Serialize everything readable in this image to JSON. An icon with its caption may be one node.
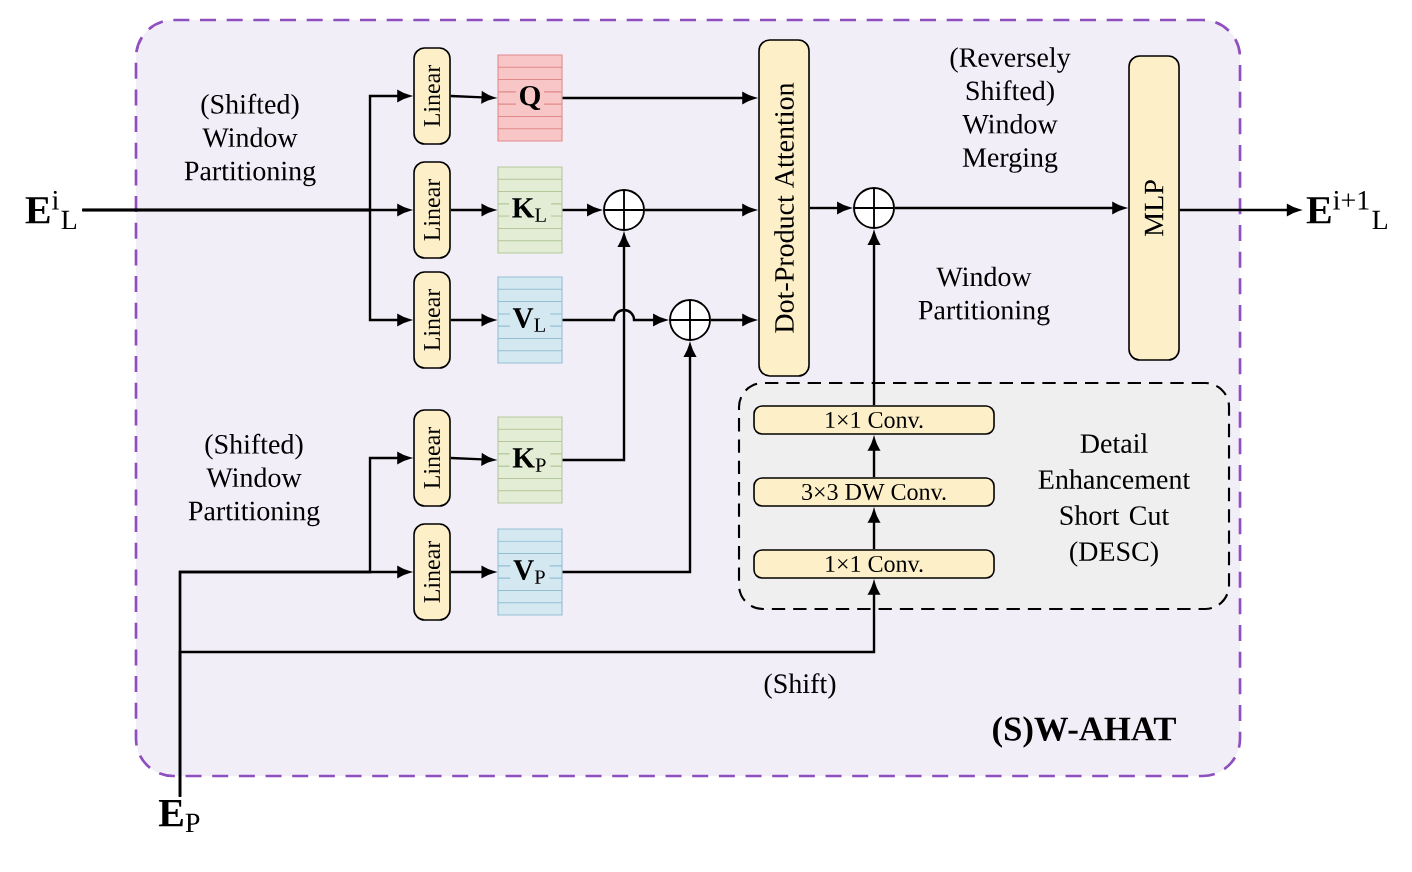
{
  "diagram": {
    "nodes": [
      {
        "text": [
          "(S)W-AHAT"
        ]
      },
      {
        "text": [
          "**E**$^{i}$$_{L}$"
        ]
      },
      {
        "text": [
          "**E**$^{i+1}$$_{L}$"
        ]
      },
      {
        "text": [
          "**E**$_{P}$"
        ]
      },
      {
        "text": [
          "Linear"
        ],
        "in": 0
      },
      {
        "text": [
          "Q"
        ],
        "in": 0
      },
      {
        "text": [
          "Linear"
        ],
        "in": 0
      },
      {
        "text": [
          "**K**$_{L}$"
        ],
        "in": 0
      },
      {
        "text": [
          "Linear"
        ],
        "in": 0
      },
      {
        "text": [
          "**V**$_{L}$"
        ],
        "in": 0
      },
      {
        "text": [
          "Linear"
        ],
        "in": 0
      },
      {
        "text": [
          "**K**$_{P}$"
        ],
        "in": 0
      },
      {
        "text": [
          "Linear"
        ],
        "in": 0
      },
      {
        "text": [
          "**V**$_{P}$"
        ],
        "in": 0
      },
      {
        "text": [],
        "shape": "circle",
        "in": 0
      },
      {
        "text": [],
        "shape": "circle",
        "in": 0
      },
      {
        "text": [
          "Dot-Product Attention"
        ],
        "in": 0
      },
      {
        "text": [],
        "shape": "circle",
        "in": 0
      },
      {
        "text": [
          "MLP"
        ],
        "in": 0
      },
      {
        "text": [
          "Detail Enhancement Short Cut (DESC)"
        ],
        "in": 0
      },
      {
        "text": [
          "1×1 Conv."
        ],
        "in": 19
      },
      {
        "text": [
          "3×3 DW Conv."
        ],
        "in": 19
      },
      {
        "text": [
          "1×1 Conv."
        ],
        "in": 19
      }
    ],
    "edges": [
      {
        "from": 1,
        "to": 4,
        "arrow": "to"
      },
      {
        "from": 1,
        "to": 6,
        "arrow": "to",
        "label": "(Shifted) Window Partitioning"
      },
      {
        "from": 1,
        "to": 8,
        "arrow": "to"
      },
      {
        "from": 4,
        "to": 5,
        "arrow": "to"
      },
      {
        "from": 6,
        "to": 7,
        "arrow": "to"
      },
      {
        "from": 8,
        "to": 9,
        "arrow": "to"
      },
      {
        "from": 5,
        "to": 16,
        "arrow": "to"
      },
      {
        "from": 7,
        "to": 14,
        "arrow": "to"
      },
      {
        "from": 14,
        "to": 16,
        "arrow": "to"
      },
      {
        "from": 9,
        "to": 15,
        "arrow": "to"
      },
      {
        "from": 15,
        "to": 16,
        "arrow": "to"
      },
      {
        "from": 3,
        "to": 10,
        "arrow": "to"
      },
      {
        "from": 3,
        "to": 12,
        "arrow": "to",
        "label": "(Shifted) Window Partitioning"
      },
      {
        "from": 10,
        "to": 11,
        "arrow": "to"
      },
      {
        "from": 12,
        "to": 13,
        "arrow": "to"
      },
      {
        "from": 11,
        "to": 14,
        "arrow": "to"
      },
      {
        "from": 13,
        "to": 15,
        "arrow": "to"
      },
      {
        "from": 16,
        "to": 17,
        "arrow": "to"
      },
      {
        "from": 17,
        "to": 18,
        "arrow": "to",
        "label": "(Reversely Shifted) Window Merging"
      },
      {
        "from": 18,
        "to": 2,
        "arrow": "to"
      },
      {
        "from": 3,
        "to": 22,
        "arrow": "to",
        "label": "(Shift)"
      },
      {
        "from": 22,
        "to": 21,
        "arrow": "to"
      },
      {
        "from": 21,
        "to": 20,
        "arrow": "to"
      },
      {
        "from": 20,
        "to": 17,
        "arrow": "to",
        "label": "Window Partitioning"
      }
    ]
  }
}
